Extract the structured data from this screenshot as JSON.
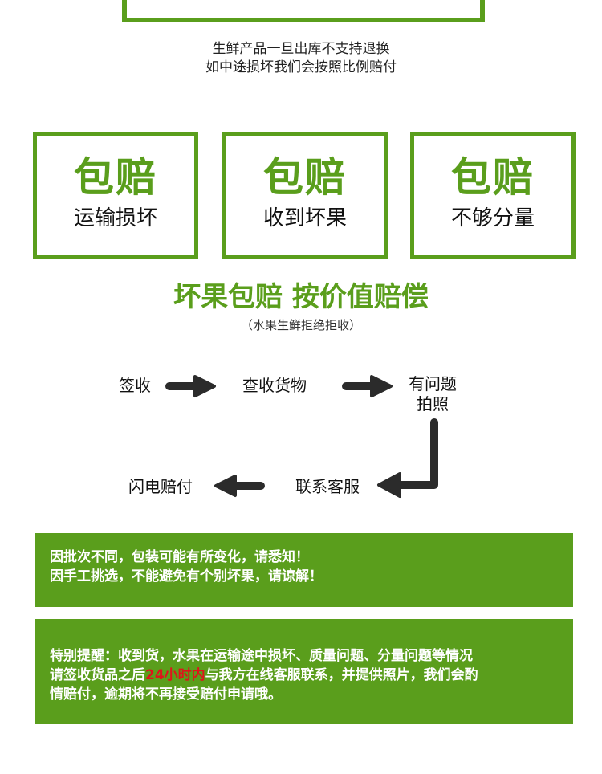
{
  "notice": {
    "line1": "生鲜产品一旦出库不支持退换",
    "line2": "如中途损坏我们会按照比例赔付"
  },
  "guarantee_boxes": [
    {
      "title": "包赔",
      "subtitle": "运输损坏"
    },
    {
      "title": "包赔",
      "subtitle": "收到坏果"
    },
    {
      "title": "包赔",
      "subtitle": "不够分量"
    }
  ],
  "headline": "坏果包赔 按价值赔偿",
  "subnote": "（水果生鲜拒绝拒收）",
  "process_steps": {
    "sign": "签收",
    "inspect": "查收货物",
    "problem_line1": "有问题",
    "problem_line2": "拍照",
    "contact": "联系客服",
    "payout": "闪电赔付"
  },
  "banner1": {
    "line1": "因批次不同，包装可能有所变化，请悉知！",
    "line2": "因手工挑选，不能避免有个别坏果，请谅解！"
  },
  "banner2": {
    "line1": "特别提醒：收到货，水果在运输途中损坏、质量问题、分量问题等情况",
    "line2_pre": "请签收货品之后",
    "line2_highlight": "24小时内",
    "line2_post": "与我方在线客服联系，并提供照片，我们会酌",
    "line3": "情赔付，逾期将不再接受赔付申请哦。"
  },
  "colors": {
    "brand_green": "#5a9e1c",
    "highlight_red": "#e0131b",
    "arrow_dark": "#2b2b2b"
  }
}
